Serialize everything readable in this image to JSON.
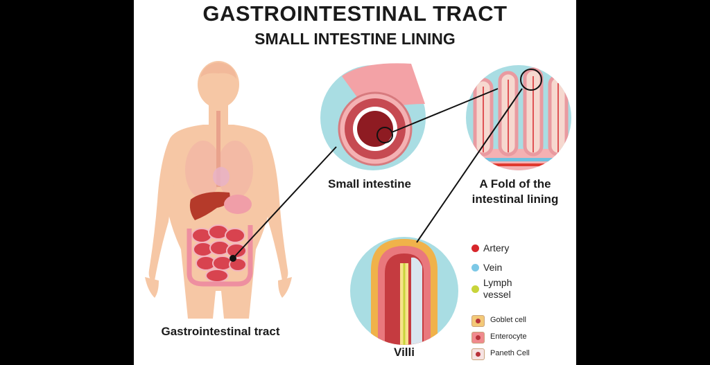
{
  "header": {
    "title": "GASTROINTESTINAL TRACT",
    "subtitle": "SMALL INTESTINE LINING"
  },
  "labels": {
    "gi_tract": "Gastrointestinal tract",
    "small_intestine": "Small intestine",
    "fold": "A Fold of the intestinal lining",
    "villi": "Villi"
  },
  "legend": {
    "vessels": [
      {
        "label": "Artery",
        "color": "#d7262b"
      },
      {
        "label": "Vein",
        "color": "#7cc8e6"
      },
      {
        "label": "Lymph vessel",
        "color": "#c8d43a"
      }
    ],
    "cells": [
      {
        "label": "Goblet cell",
        "color": "#f3c978"
      },
      {
        "label": "Enterocyte",
        "color": "#f08a8e"
      },
      {
        "label": "Paneth Cell",
        "color": "#f6e3e3"
      }
    ]
  },
  "colors": {
    "skin": "#f6c7a5",
    "intestine": "#d8434f",
    "liver": "#b53a2a",
    "circle_bg": "#a9dde3"
  }
}
